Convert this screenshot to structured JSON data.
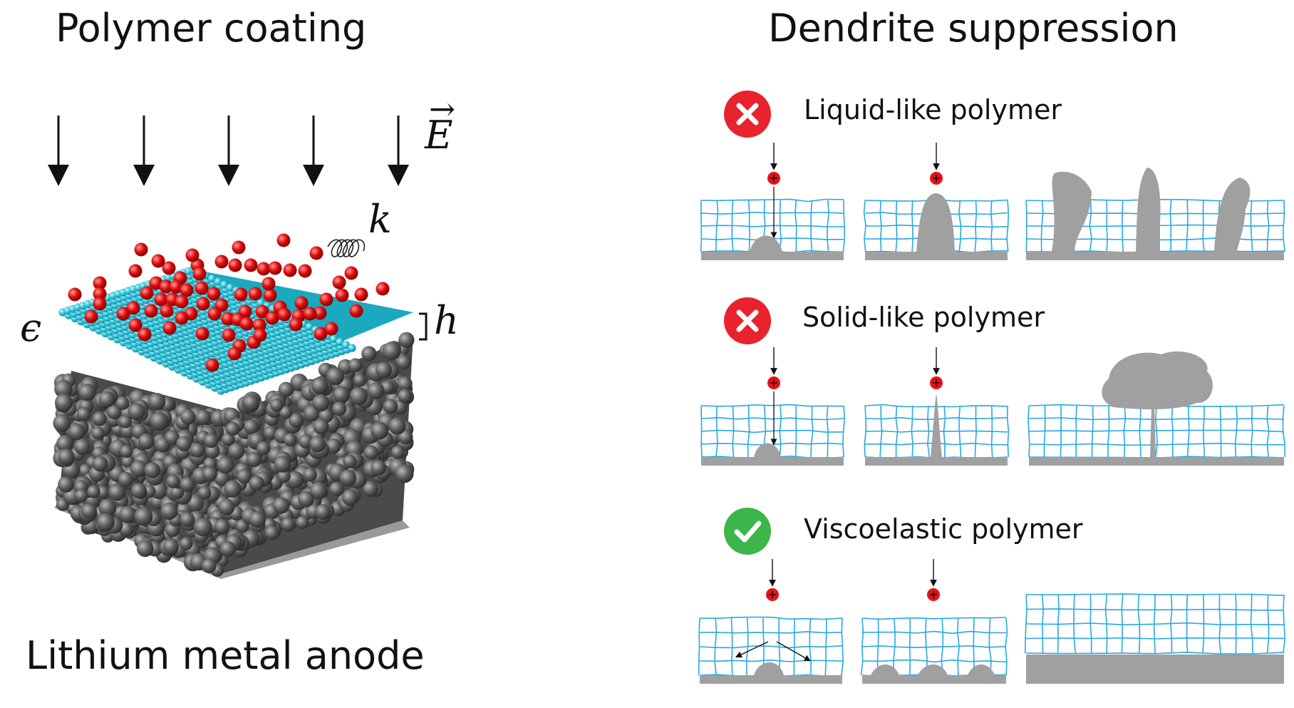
{
  "left_panel": {
    "title": "Polymer coating",
    "bottom_label": "Lithium metal anode",
    "symbols": {
      "field": "E",
      "spring": "k",
      "energy": "ϵ",
      "thickness": "h"
    }
  },
  "right_panel": {
    "title": "Dendrite suppression",
    "rows": [
      {
        "label": "Liquid-like polymer",
        "status": "fail",
        "icon": "x-icon",
        "color": "#e8232e"
      },
      {
        "label": "Solid-like polymer",
        "status": "fail",
        "icon": "x-icon",
        "color": "#e8232e"
      },
      {
        "label": "Viscoelastic polymer",
        "status": "pass",
        "icon": "check-icon",
        "color": "#3cb54a"
      }
    ]
  },
  "colors": {
    "mesh": "#29a7e1",
    "lithium": "#a0a0a0",
    "ion": "#e8101a",
    "coating_bead": "#35c8dc",
    "anode_bead": "#555555"
  }
}
